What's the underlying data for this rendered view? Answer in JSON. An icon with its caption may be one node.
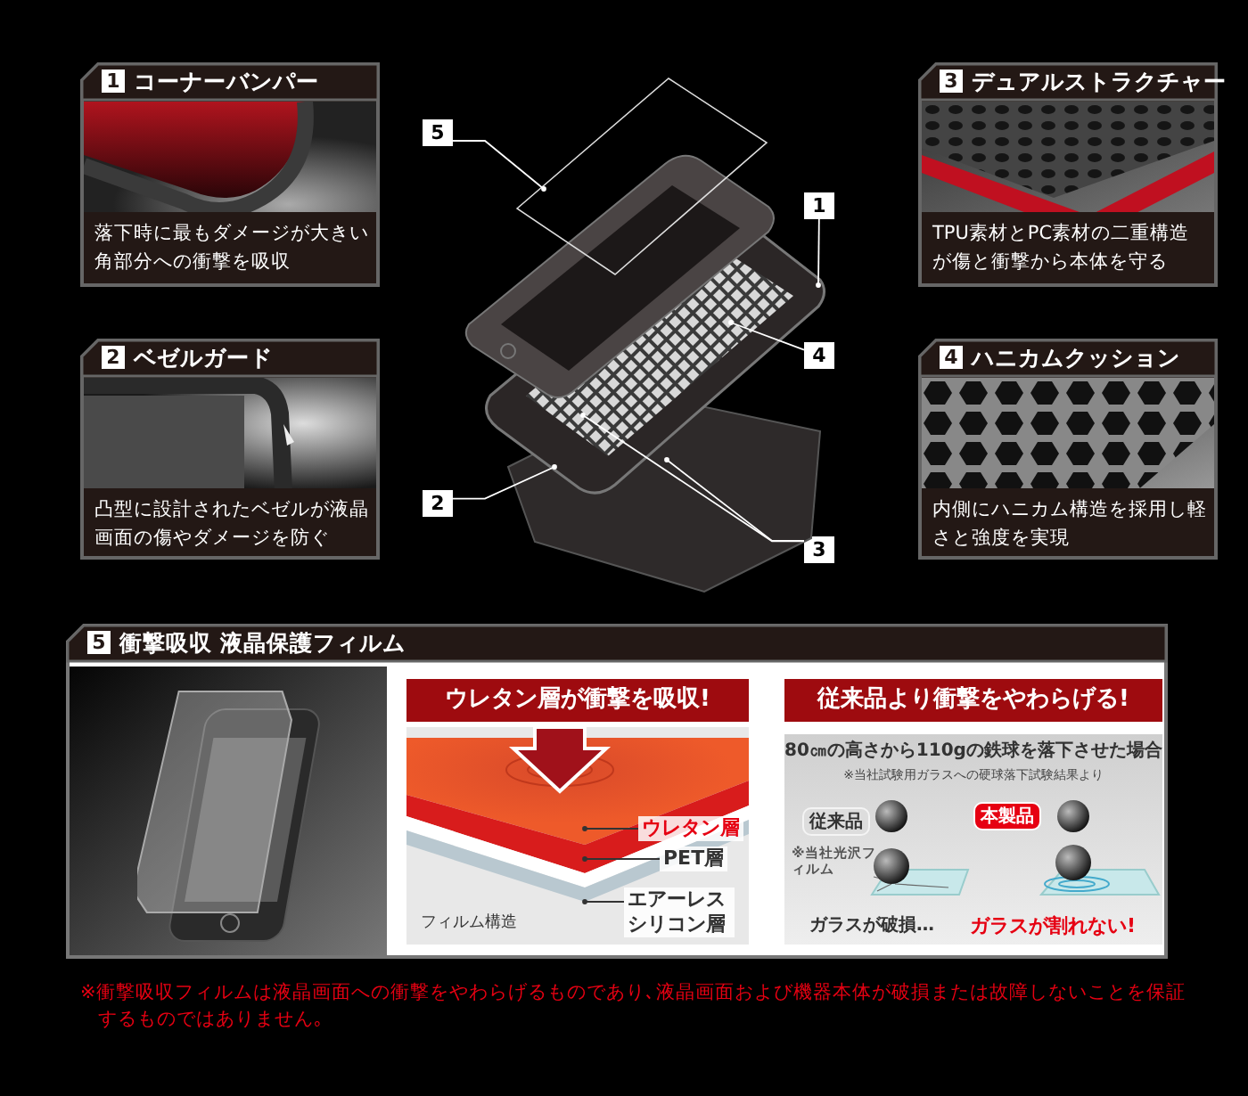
{
  "diagram": {
    "nodes": [
      {
        "text": [
          "1",
          "コーナーバンパー",
          "落下時に最もダメージが大きい角部分への衝撃を吸収"
        ]
      },
      {
        "text": [
          "2",
          "ベゼルガード",
          "凸型に設計されたベゼルが液晶画面の傷やダメージを防ぐ"
        ]
      },
      {
        "text": [
          "3",
          "デュアルストラクチャー",
          "TPU素材とPC素材の二重構造が傷と衝撃から本体を守る"
        ]
      },
      {
        "text": [
          "4",
          "ハニカムクッション",
          "内側にハニカム構造を採用し軽さと強度を実現"
        ]
      },
      {
        "text": [
          "5"
        ]
      },
      {
        "text": [
          "1"
        ]
      },
      {
        "text": [
          "4"
        ]
      },
      {
        "text": [
          "2"
        ]
      },
      {
        "text": [
          "3"
        ]
      },
      {
        "text": [
          "5",
          "衝撃吸収 液晶保護フィルム"
        ]
      },
      {
        "text": [
          "ウレタン層が衝撃を吸収!"
        ],
        "in": 9
      },
      {
        "text": [
          "フィルム構造"
        ],
        "in": 9
      },
      {
        "text": [
          "ウレタン層"
        ],
        "in": 11
      },
      {
        "text": [
          "PET層"
        ],
        "in": 11
      },
      {
        "text": [
          "エアーレスシリコン層"
        ],
        "in": 11
      },
      {
        "text": [
          "従来品より衝撃をやわらげる!"
        ],
        "in": 9
      },
      {
        "text": [
          "80㎝の高さから110gの鉄球を落下させた場合",
          "※当社試験用ガラスへの硬球落下試験結果より"
        ],
        "in": 9
      },
      {
        "text": [
          "従来品"
        ],
        "in": 16,
        "beside": [
          "※当社光沢フィルム"
        ]
      },
      {
        "text": [
          "本製品"
        ],
        "in": 16
      }
    ],
    "edges": [
      {
        "from": 4,
        "to": null,
        "arrow": "other"
      },
      {
        "from": 5,
        "to": null,
        "arrow": "other"
      },
      {
        "from": 6,
        "to": null,
        "arrow": "other"
      },
      {
        "from": 7,
        "to": null,
        "arrow": "other"
      },
      {
        "from": 8,
        "to": null,
        "arrow": "other"
      },
      {
        "from": 8,
        "to": null,
        "arrow": "other"
      },
      {
        "from": 12,
        "to": null,
        "arrow": "other",
        "color": "#333333"
      },
      {
        "from": 13,
        "to": null,
        "arrow": "other",
        "color": "#333333"
      },
      {
        "from": 14,
        "to": null,
        "arrow": "other",
        "color": "#333333"
      }
    ],
    "labels": [
      "ガラスが破損…",
      "ガラスが割れない!",
      "※衝撃吸収フィルムは液晶画面への衝撃をやわらげるものであり､液晶画面および機器本体が破損または故障しないことを保証するものではありません｡"
    ]
  }
}
